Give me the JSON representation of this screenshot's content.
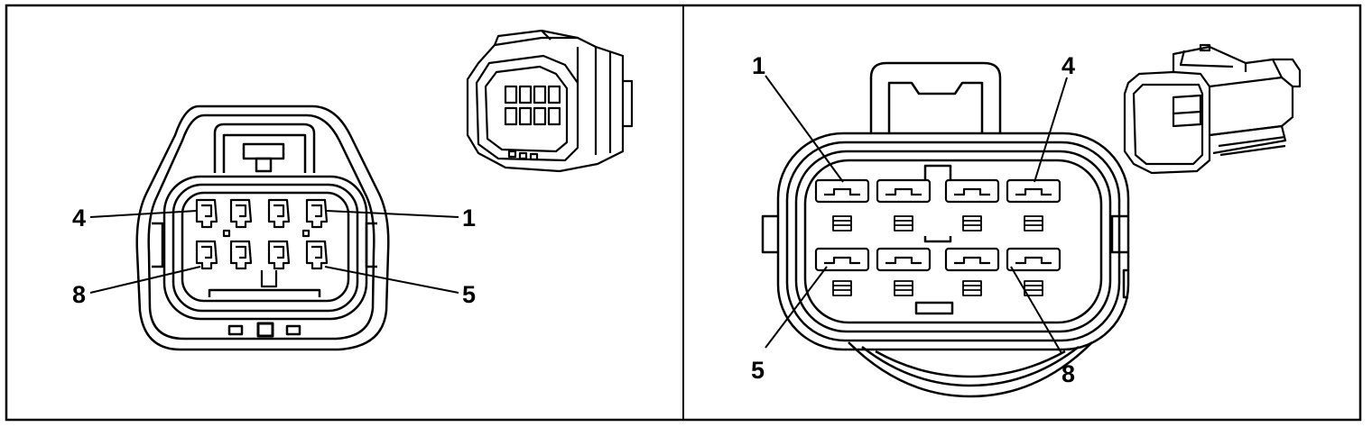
{
  "colors": {
    "ink": "#000000",
    "paper": "#ffffff"
  },
  "left_connector": {
    "callouts": {
      "top_left": "4",
      "top_right": "1",
      "bottom_left": "8",
      "bottom_right": "5"
    }
  },
  "right_connector": {
    "callouts": {
      "top_left": "1",
      "top_right": "4",
      "bottom_left": "5",
      "bottom_right": "8"
    }
  }
}
